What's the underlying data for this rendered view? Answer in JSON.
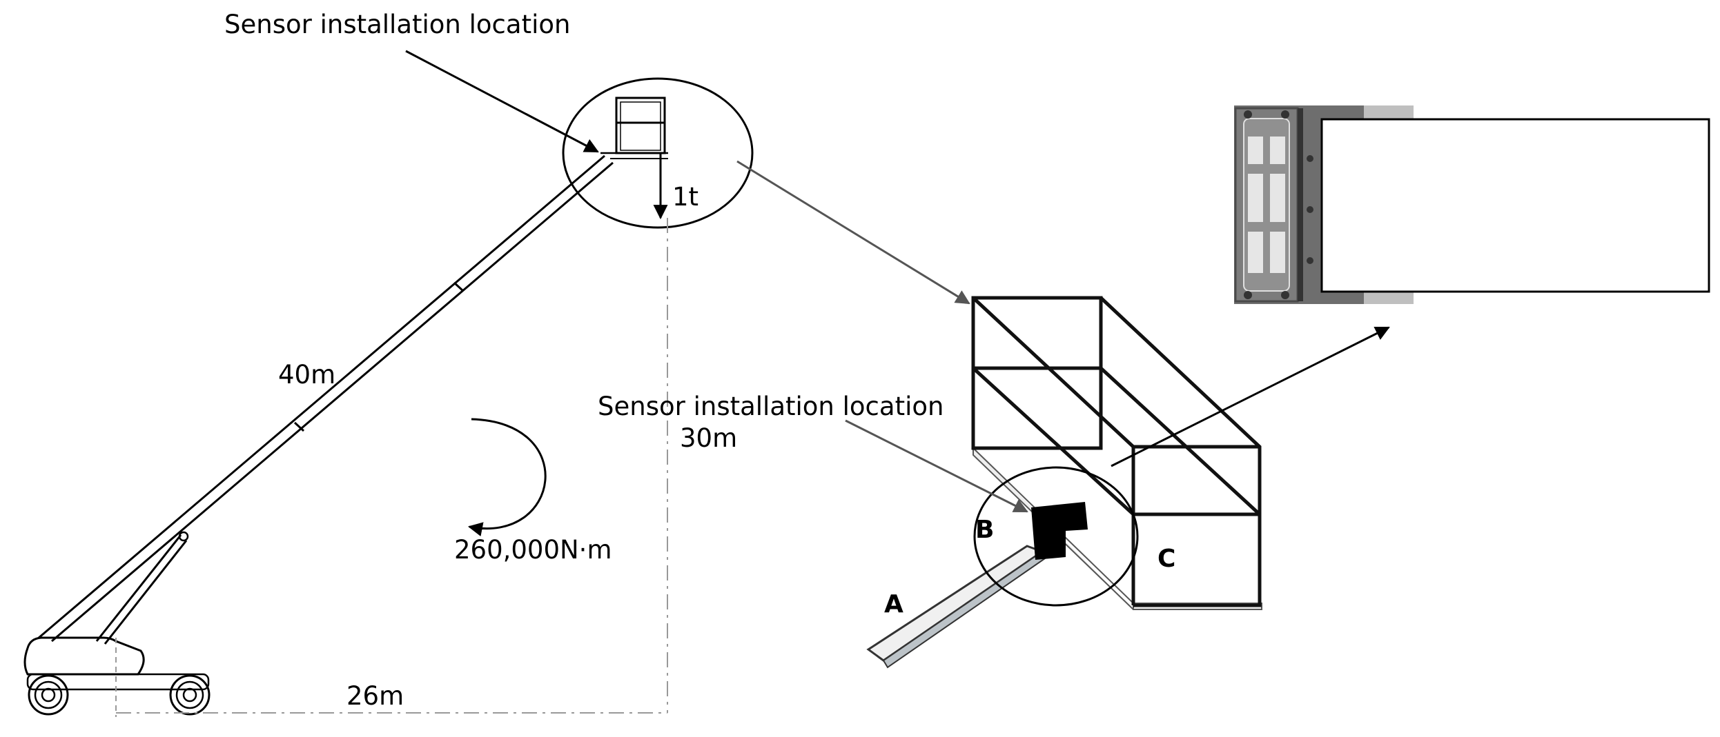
{
  "labels": {
    "sensor_location_top": "Sensor installation location",
    "sensor_location_basket": "Sensor installation location",
    "load": "1t",
    "boom_length": "40m",
    "height": "30m",
    "moment": "260,000N·m",
    "reach": "26m",
    "point_a": "A",
    "point_b": "B",
    "point_c": "C"
  }
}
